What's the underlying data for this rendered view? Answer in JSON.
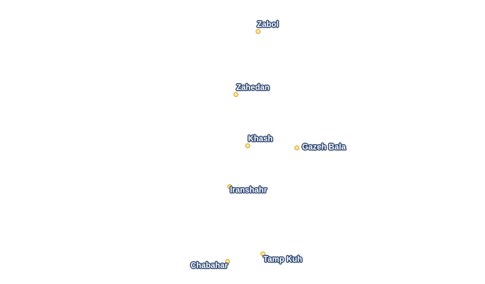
{
  "map": {
    "places": [
      {
        "name": "Zabol"
      },
      {
        "name": "Zahedan"
      },
      {
        "name": "Khash"
      },
      {
        "name": "Gazeh Bala"
      },
      {
        "name": "Iranshahr"
      },
      {
        "name": "Tamp Kuh"
      },
      {
        "name": "Chabahar"
      }
    ],
    "colors": {
      "marker_fill": "#fde7a8",
      "marker_stroke": "#d4a017",
      "label_text": "#ffffff",
      "label_halo": "#2c4672",
      "background": "#ffffff"
    }
  }
}
